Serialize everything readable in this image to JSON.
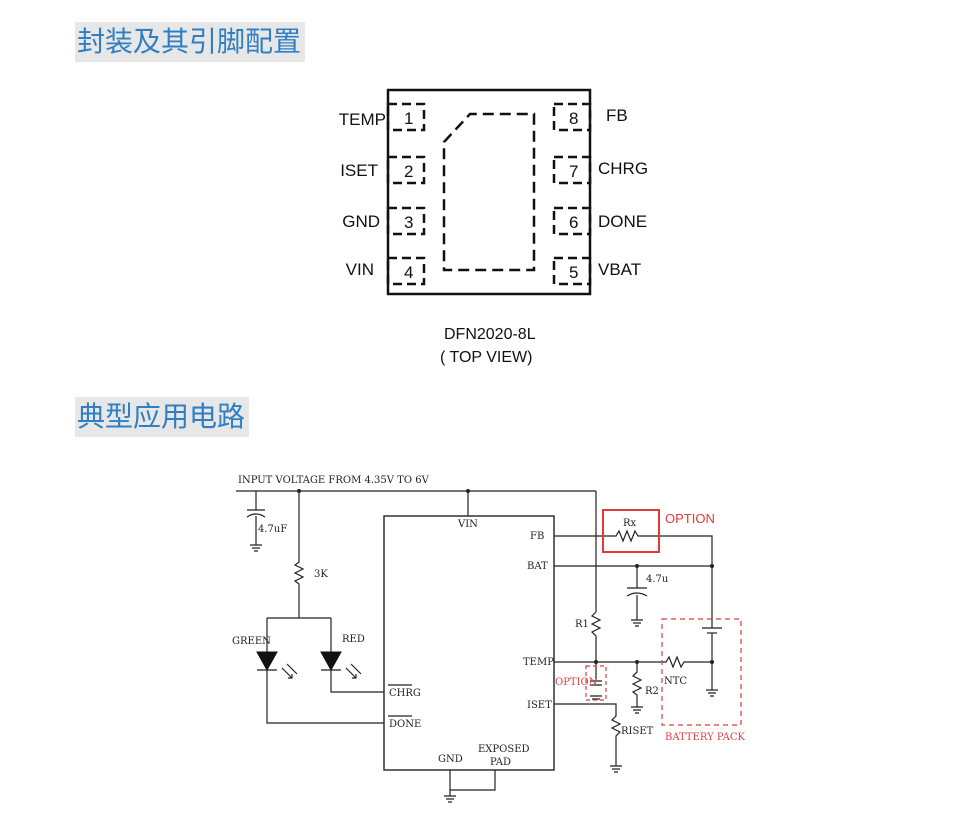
{
  "headings": {
    "package": "封装及其引脚配置",
    "typical_circuit": "典型应用电路"
  },
  "package": {
    "left_pins": [
      {
        "name": "TEMP",
        "number": "1"
      },
      {
        "name": "ISET",
        "number": "2"
      },
      {
        "name": "GND",
        "number": "3"
      },
      {
        "name": "VIN",
        "number": "4"
      }
    ],
    "right_pins": [
      {
        "name": "FB",
        "number": "8"
      },
      {
        "name": "CHRG",
        "number": "7"
      },
      {
        "name": "DONE",
        "number": "6"
      },
      {
        "name": "VBAT",
        "number": "5"
      }
    ],
    "name": "DFN2020-8L",
    "view": "( TOP VIEW)"
  },
  "schematic": {
    "input_label": "INPUT VOLTAGE FROM 4.35V TO 6V",
    "input_cap": "4.7uF",
    "led_resistor": "3K",
    "led_green": "GREEN",
    "led_red": "RED",
    "ic_pins": {
      "vin": "VIN",
      "fb": "FB",
      "bat": "BAT",
      "temp": "TEMP",
      "iset": "ISET",
      "chrg": "CHRG",
      "done": "DONE",
      "gnd": "GND",
      "exposed_pad_1": "EXPOSED",
      "exposed_pad_2": "PAD"
    },
    "rx": "Rx",
    "option_top": "OPTION",
    "bat_cap": "4.7u",
    "r1": "R1",
    "r2": "R2",
    "ntc": "NTC",
    "option_small": "OPTION",
    "riset": "RISET",
    "battery_pack": "BATTERY PACK"
  },
  "colors": {
    "heading_text": "#2e7fc4",
    "heading_bg": "#e7e7e7",
    "option_red": "#e03a3a"
  }
}
